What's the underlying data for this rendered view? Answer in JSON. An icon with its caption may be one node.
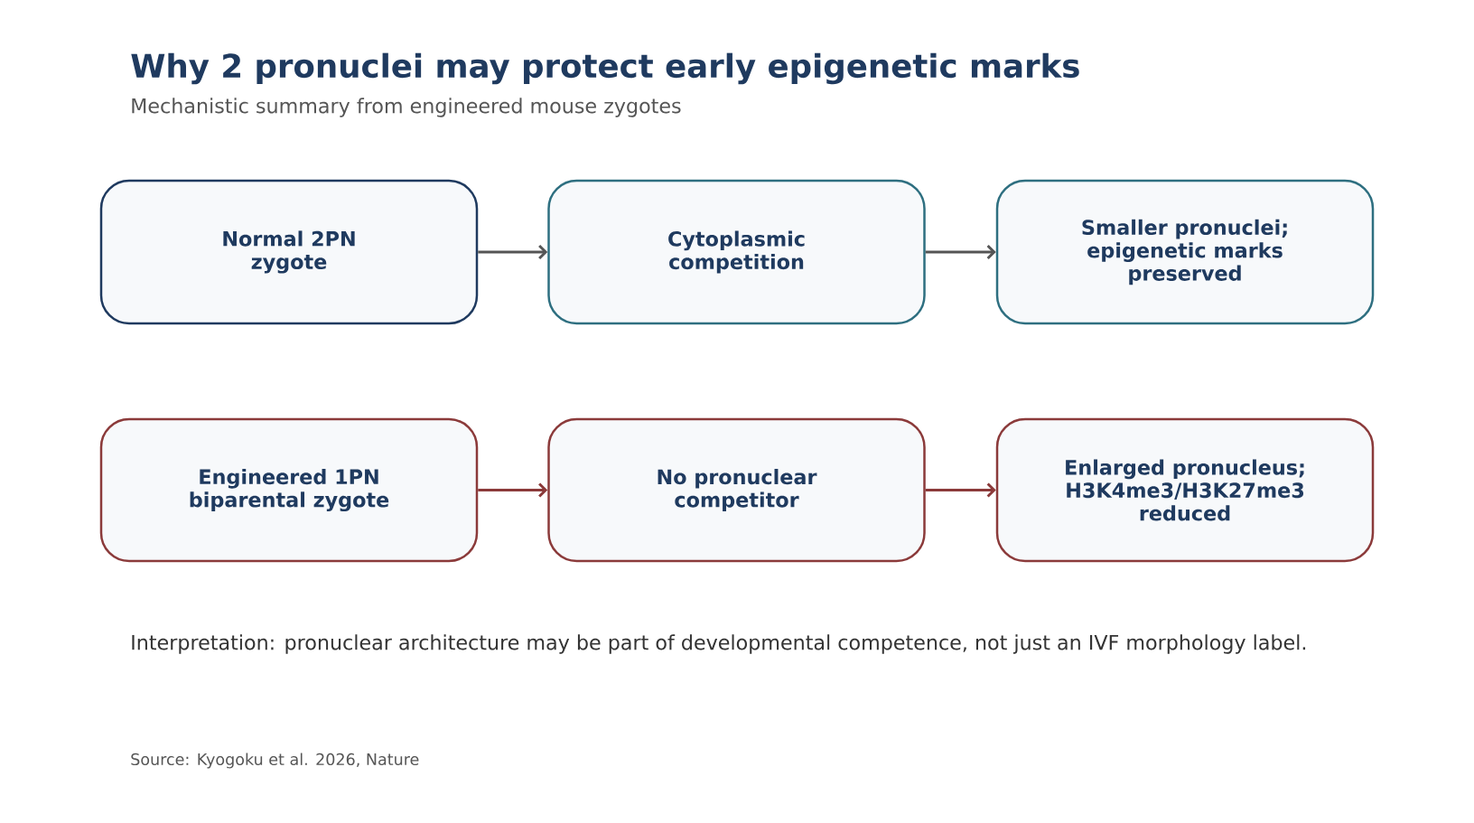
{
  "diagram": {
    "title": "Why 2 pronuclei may protect early epigenetic marks",
    "nodes": [
      {
        "text": [
          "Normal 2PN zygote"
        ]
      },
      {
        "text": [
          "Cytoplasmic competition"
        ]
      },
      {
        "text": [
          "Smaller pronuclei; epigenetic marks preserved"
        ]
      },
      {
        "text": [
          "Engineered 1PN biparental zygote"
        ]
      },
      {
        "text": [
          "No pronuclear competitor"
        ]
      },
      {
        "text": [
          "Enlarged pronucleus; H3K4me3/H3K27me3 reduced"
        ]
      }
    ],
    "edges": [
      {
        "from": 0,
        "to": 1,
        "arrow": "to",
        "color": "#555555"
      },
      {
        "from": 1,
        "to": 2,
        "arrow": "to",
        "color": "#555555"
      },
      {
        "from": 3,
        "to": 4,
        "arrow": "to",
        "color": "#8b3a3a"
      },
      {
        "from": 4,
        "to": 5,
        "arrow": "to",
        "color": "#8b3a3a"
      }
    ],
    "labels": [
      "Mechanistic summary from engineered mouse zygotes",
      "Interpretation: pronuclear architecture may be part of developmental competence, not just an IVF morphology label.",
      "Source: Kyogoku et al. 2026, Nature"
    ]
  }
}
